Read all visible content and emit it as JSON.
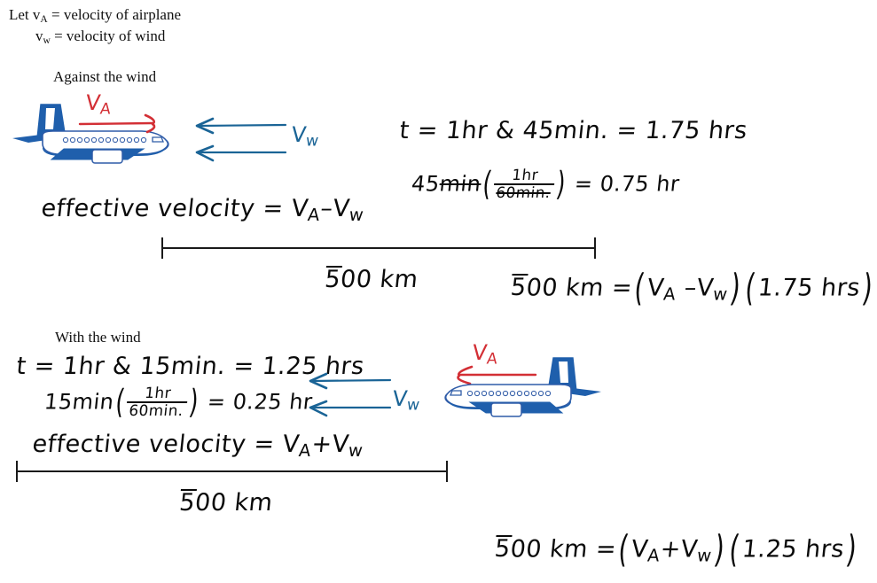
{
  "document": {
    "title": "Airplane velocity with and against the wind",
    "background_color": "#ffffff"
  },
  "colors": {
    "ink_black": "#0a0a0a",
    "typed_black": "#101010",
    "wind_blue": "#1a6496",
    "plane_blue": "#1f5fac",
    "velocity_red": "#d32f35"
  },
  "definitions": {
    "line1_prefix": "Let v",
    "line1_sub": "A",
    "line1_rest": " = velocity of airplane",
    "line2_prefix": "v",
    "line2_sub": "w",
    "line2_rest": " = velocity of wind"
  },
  "sections": {
    "against": {
      "heading": "Against the wind",
      "plane_label": "VA",
      "plane_label_base": "V",
      "plane_label_sub": "A",
      "wind_label_base": "V",
      "wind_label_sub": "w",
      "time_line": {
        "lhs": "t  =  1hr & 45min.  =  1.75 hrs",
        "t": "t",
        "eq1": "=",
        "hours_and_minutes": "1hr & 45min.",
        "eq2": "=",
        "decimal_hours": "1.75 hrs"
      },
      "conversion": {
        "minutes": "45",
        "minutes_unit_struck": "min",
        "numerator": "1hr",
        "denominator": "60min.",
        "equals": "=",
        "result": "0.75 hr"
      },
      "effective_velocity": {
        "label": "effective velocity",
        "equals": "=",
        "expression_base_1": "V",
        "expression_sub_1": "A",
        "operator": "–",
        "expression_base_2": "V",
        "expression_sub_2": "w"
      },
      "distance_label": {
        "overbar_digit": "5",
        "rest": "00 km"
      },
      "equation": {
        "distance_overbar_digit": "5",
        "distance_rest": "00 km",
        "equals": "=",
        "paren_open_1": "(",
        "v1_base": "V",
        "v1_sub": "A",
        "operator": "–",
        "v2_base": "V",
        "v2_sub": "w",
        "paren_close_1": ")",
        "paren_open_2": "(",
        "time": "1.75 hrs",
        "paren_close_2": ")"
      }
    },
    "with": {
      "heading": "With the wind",
      "plane_label_base": "V",
      "plane_label_sub": "A",
      "wind_label_base": "V",
      "wind_label_sub": "w",
      "time_line": {
        "t": "t",
        "eq1": "=",
        "hours_and_minutes": "1hr & 15min.",
        "eq2": "=",
        "decimal_hours": "1.25 hrs"
      },
      "conversion": {
        "minutes": "15",
        "minutes_unit": "min",
        "numerator": "1hr",
        "denominator": "60min.",
        "equals": "=",
        "result": "0.25 hr"
      },
      "effective_velocity": {
        "label": "effective velocity",
        "equals": "=",
        "expression_base_1": "V",
        "expression_sub_1": "A",
        "operator": "+",
        "expression_base_2": "V",
        "expression_sub_2": "w"
      },
      "distance_label": {
        "overbar_digit": "5",
        "rest": "00 km"
      },
      "equation": {
        "distance_overbar_digit": "5",
        "distance_rest": "00 km",
        "equals": "=",
        "paren_open_1": "(",
        "v1_base": "V",
        "v1_sub": "A",
        "operator": "+",
        "v2_base": "V",
        "v2_sub": "w",
        "paren_close_1": ")",
        "paren_open_2": "(",
        "time": "1.25 hrs",
        "paren_close_2": ")"
      }
    }
  },
  "icons": {
    "airplane_right": "airplane-icon",
    "airplane_left": "airplane-icon",
    "wind_arrow": "arrow-left-icon",
    "velocity_arrow_right": "arrow-right-icon",
    "velocity_arrow_left": "arrow-left-icon"
  }
}
